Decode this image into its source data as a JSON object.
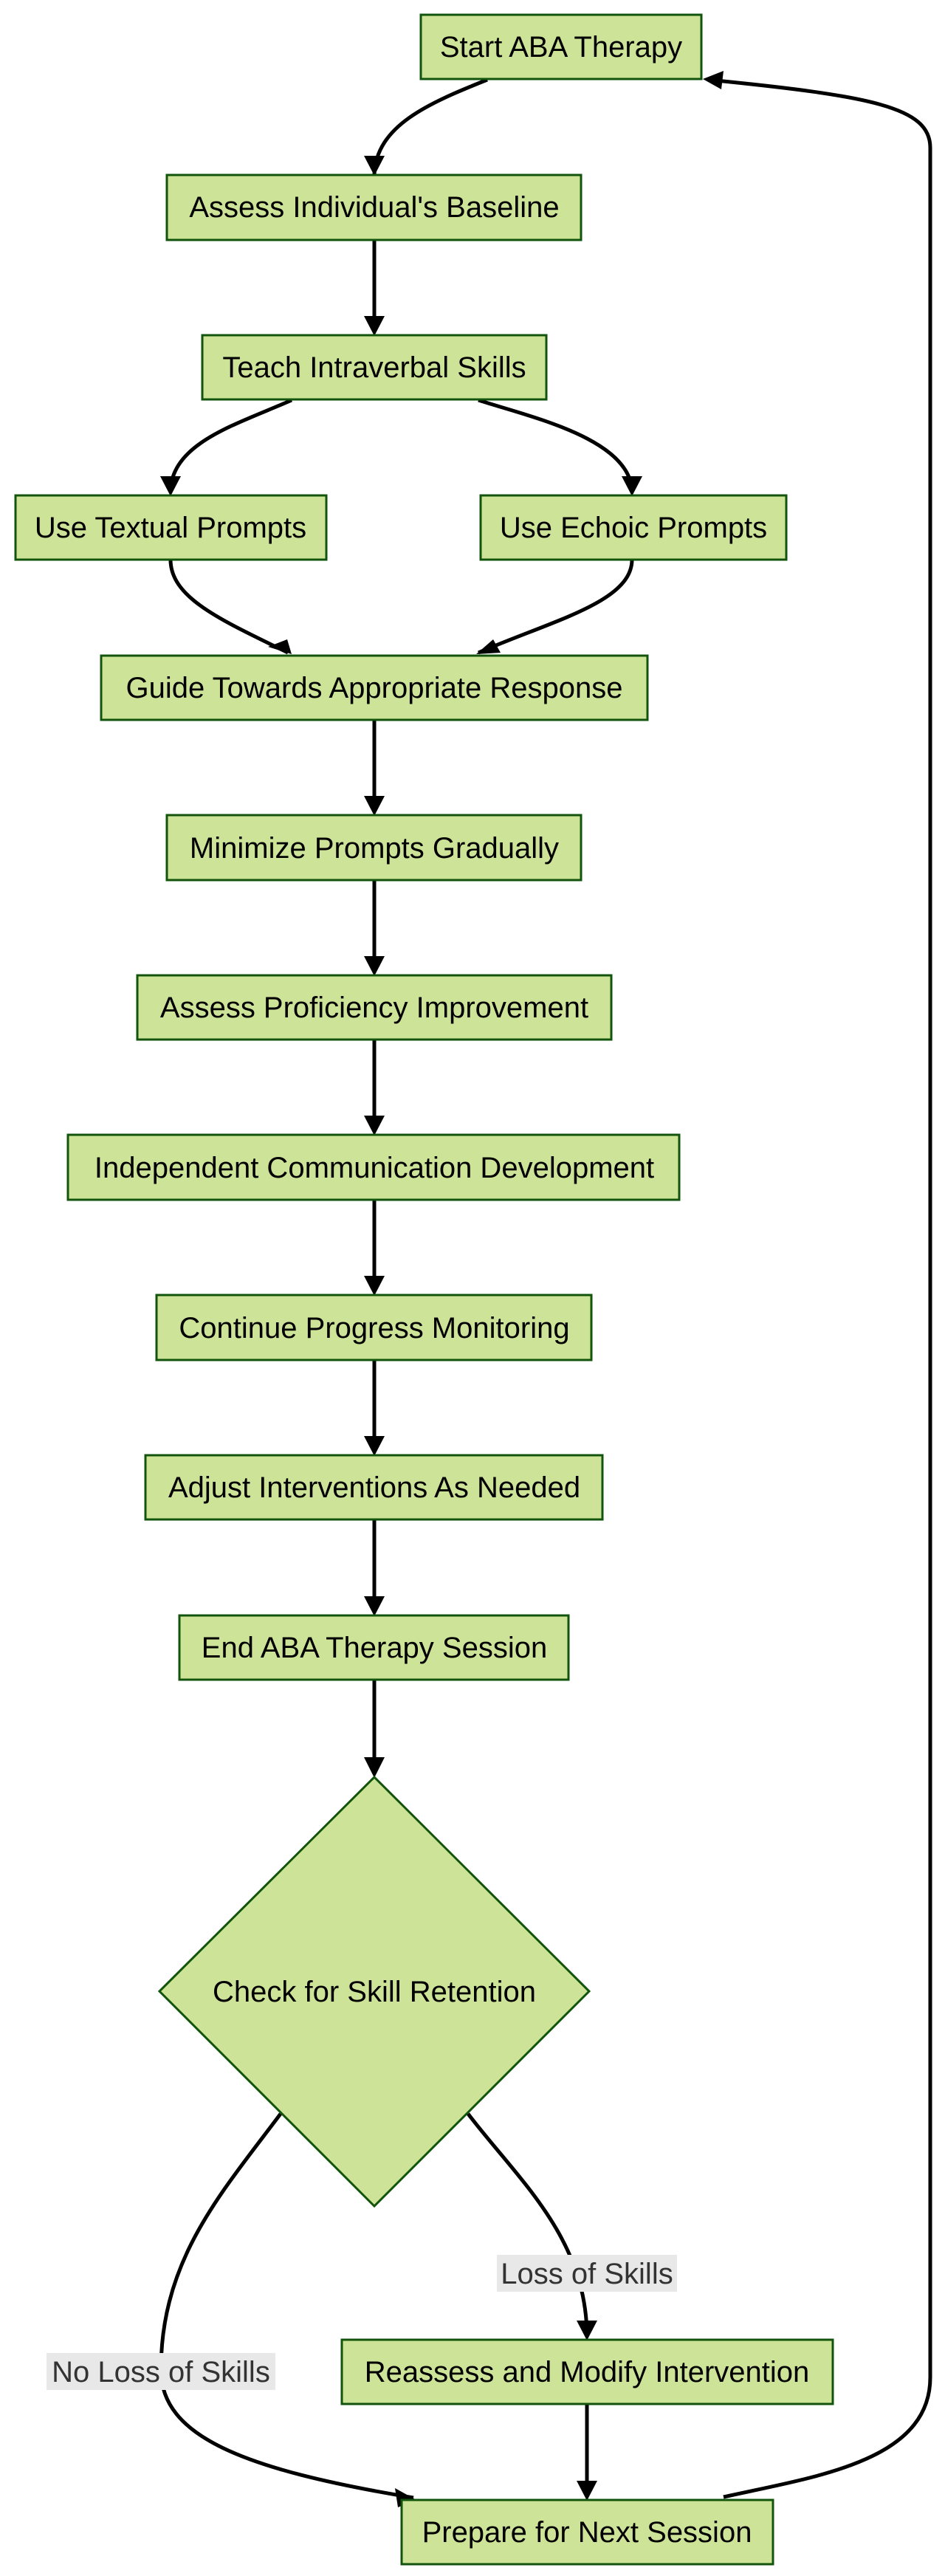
{
  "colors": {
    "node_fill": "#cde498",
    "node_stroke": "#13540c",
    "edge": "#000000",
    "label_bg": "#e8e8e8"
  },
  "nodes": {
    "start": "Start ABA Therapy",
    "assess_baseline": "Assess Individual's Baseline",
    "teach_intraverbal": "Teach Intraverbal Skills",
    "textual_prompts": "Use Textual Prompts",
    "echoic_prompts": "Use Echoic Prompts",
    "guide_response": "Guide Towards Appropriate Response",
    "minimize_prompts": "Minimize Prompts Gradually",
    "assess_proficiency": "Assess Proficiency Improvement",
    "independent_communication": "Independent Communication Development",
    "continue_monitoring": "Continue Progress Monitoring",
    "adjust_interventions": "Adjust Interventions As Needed",
    "end_session": "End ABA Therapy Session",
    "check_retention": "Check for Skill Retention",
    "reassess_modify": "Reassess and Modify Intervention",
    "prepare_next": "Prepare for Next Session"
  },
  "edge_labels": {
    "loss": "Loss of Skills",
    "no_loss": "No Loss of Skills"
  }
}
